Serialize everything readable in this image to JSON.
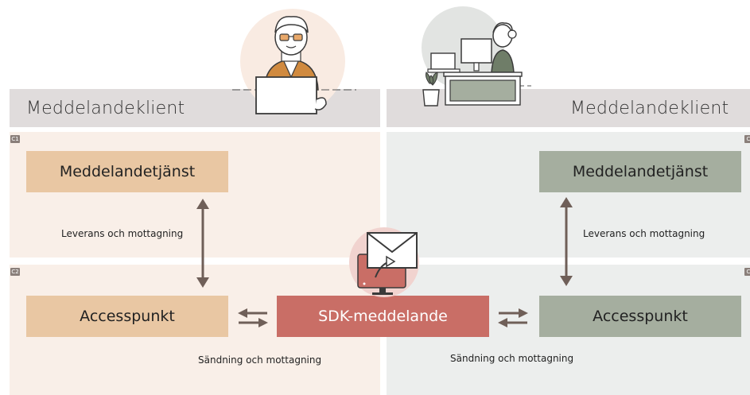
{
  "left": {
    "header_title": "Meddelandeklient",
    "tag_c1": "C1",
    "tag_c2": "C2",
    "service_box": "Meddelandetjänst",
    "access_box": "Accesspunkt",
    "delivery_label": "Leverans och mottagning",
    "send_label": "Sändning och mottagning"
  },
  "right": {
    "header_title": "Meddelandeklient",
    "tag_c1": "C",
    "tag_c2": "C",
    "service_box": "Meddelandetjänst",
    "access_box": "Accesspunkt",
    "delivery_label": "Leverans och mottagning",
    "send_label": "Sändning och mottagning"
  },
  "center": {
    "sdk_box": "SDK-meddelande"
  },
  "colors": {
    "left_accent": "#e9c7a3",
    "right_accent": "#a5ae9f",
    "sdk_accent": "#c96e66",
    "arrow": "#6f5f58"
  },
  "icons": [
    "man-with-laptop-icon",
    "woman-at-desk-icon",
    "envelope-monitor-icon",
    "vertical-double-arrow-icon",
    "horizontal-exchange-arrow-icon"
  ]
}
